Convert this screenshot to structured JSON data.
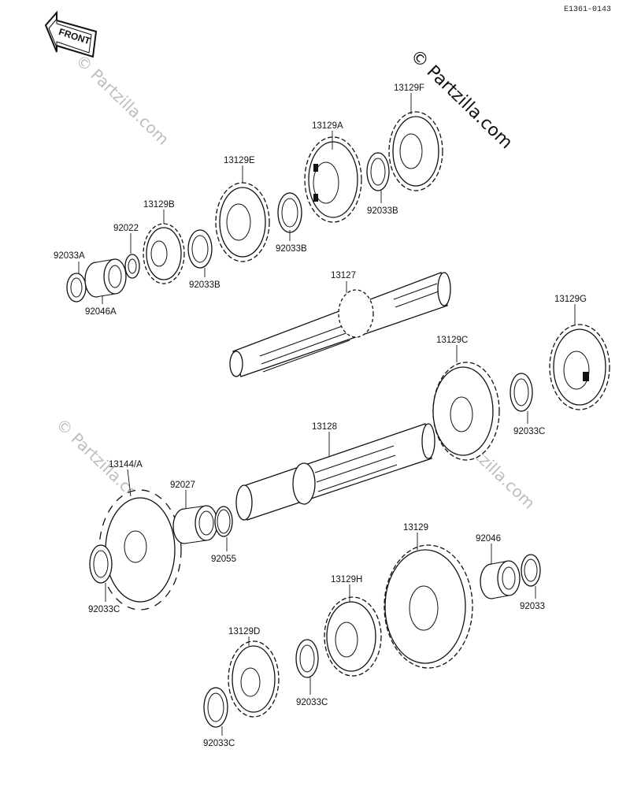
{
  "diagram_code": "E1361-0143",
  "front_label": "FRONT",
  "watermarks": [
    "© Partzilla.com",
    "© Partzilla.com",
    "© Partzilla.com",
    "© Partzilla.com"
  ],
  "parts": [
    {
      "id": "p13129F",
      "label": "13129F"
    },
    {
      "id": "p13129A",
      "label": "13129A"
    },
    {
      "id": "p92033B_1",
      "label": "92033B"
    },
    {
      "id": "p13129E",
      "label": "13129E"
    },
    {
      "id": "p92033B_2",
      "label": "92033B"
    },
    {
      "id": "p13129B",
      "label": "13129B"
    },
    {
      "id": "p92022",
      "label": "92022"
    },
    {
      "id": "p92033A",
      "label": "92033A"
    },
    {
      "id": "p92046A",
      "label": "92046A"
    },
    {
      "id": "p92033B_3",
      "label": "92033B"
    },
    {
      "id": "p13127",
      "label": "13127"
    },
    {
      "id": "p13129G",
      "label": "13129G"
    },
    {
      "id": "p13129C",
      "label": "13129C"
    },
    {
      "id": "p92033C_1",
      "label": "92033C"
    },
    {
      "id": "p13128",
      "label": "13128"
    },
    {
      "id": "p13144A",
      "label": "13144/A"
    },
    {
      "id": "p92027",
      "label": "92027"
    },
    {
      "id": "p92055",
      "label": "92055"
    },
    {
      "id": "p92033C_2",
      "label": "92033C"
    },
    {
      "id": "p13129",
      "label": "13129"
    },
    {
      "id": "p92046",
      "label": "92046"
    },
    {
      "id": "p92033",
      "label": "92033"
    },
    {
      "id": "p13129H",
      "label": "13129H"
    },
    {
      "id": "p13129D",
      "label": "13129D"
    },
    {
      "id": "p92033C_3",
      "label": "92033C"
    },
    {
      "id": "p92033C_4",
      "label": "92033C"
    }
  ]
}
